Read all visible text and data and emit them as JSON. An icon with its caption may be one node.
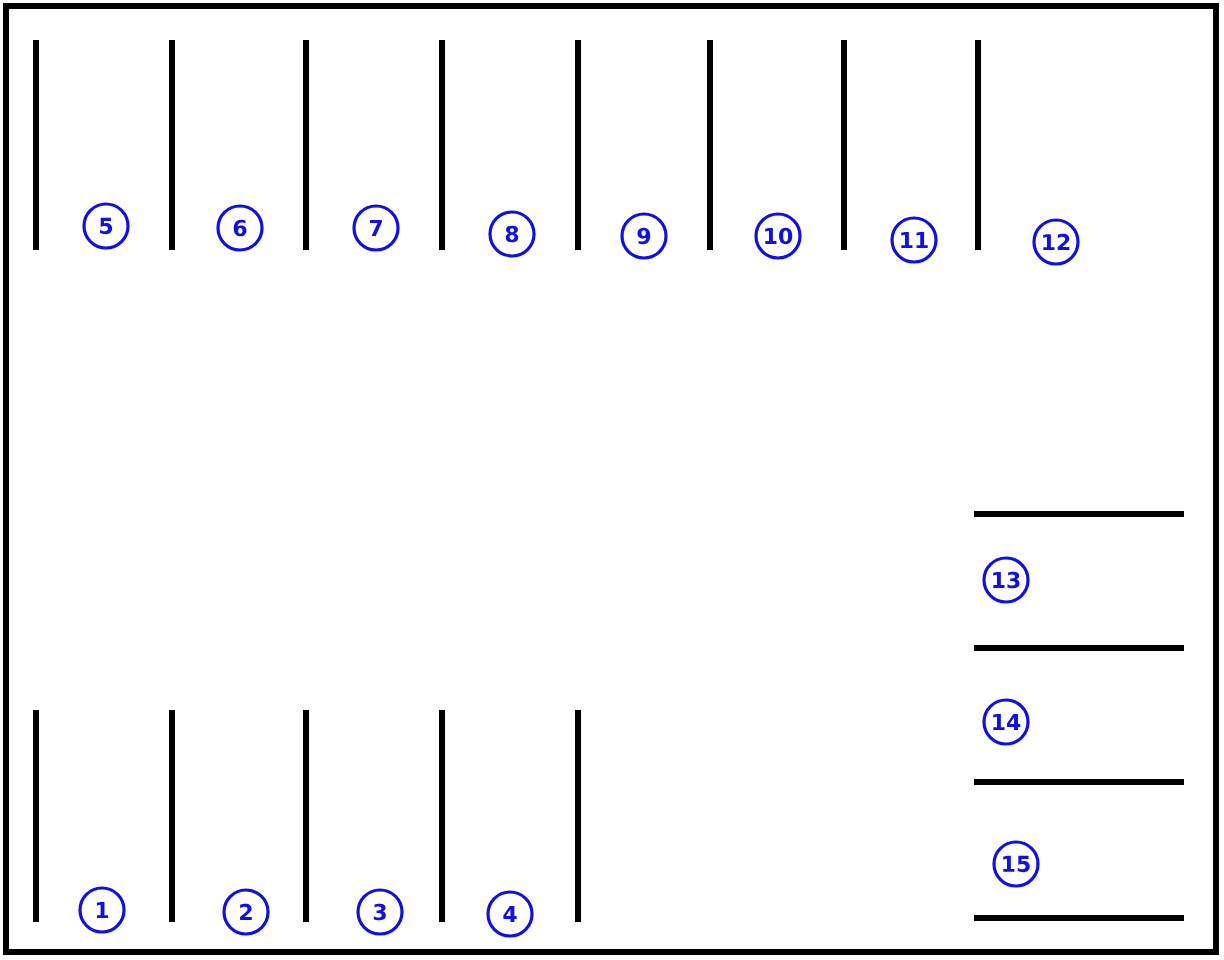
{
  "diagram": {
    "labels": [
      "5",
      "6",
      "7",
      "8",
      "9",
      "10",
      "11",
      "12",
      "13",
      "14",
      "15",
      "1",
      "2",
      "3",
      "4"
    ]
  }
}
